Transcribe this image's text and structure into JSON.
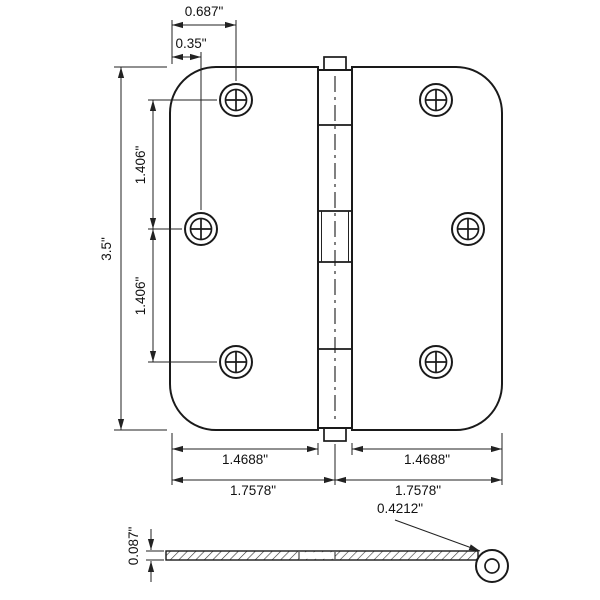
{
  "top_view": {
    "dim_hole_col_offset": "0.687\"",
    "dim_hole_mid_offset": "0.35\"",
    "dim_height": "3.5\"",
    "dim_hole_pitch_upper": "1.406\"",
    "dim_hole_pitch_lower": "1.406\"",
    "dim_leaf_flat_left": "1.4688\"",
    "dim_leaf_flat_right": "1.4688\"",
    "dim_half_width_left": "1.7578\"",
    "dim_half_width_right": "1.7578\""
  },
  "profile_view": {
    "dim_thickness": "0.087\"",
    "dim_knuckle_diameter": "0.4212\""
  },
  "colors": {
    "line": "#1a1a1a",
    "dimension": "#222222",
    "background": "#ffffff"
  }
}
